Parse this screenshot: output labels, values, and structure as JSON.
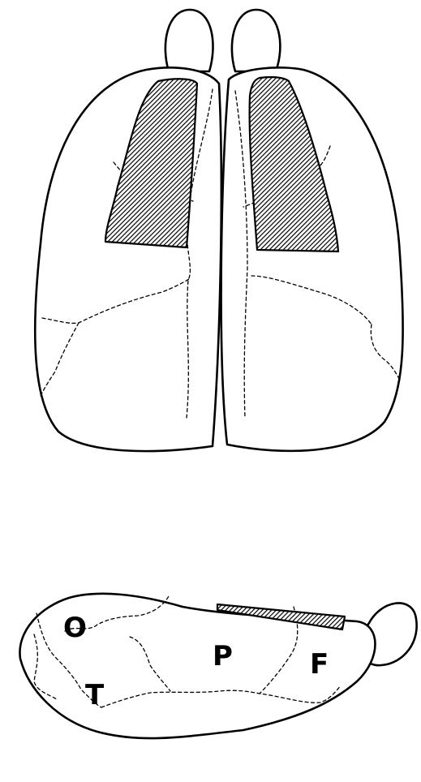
{
  "dorsal_view": {
    "hemispheres": [
      "left",
      "right"
    ],
    "lesion_fill": "hatched",
    "lesion_color": "#000000"
  },
  "lateral_view": {
    "labels": {
      "occipital": "O",
      "temporal": "T",
      "parietal": "P",
      "frontal": "F"
    },
    "lesion_fill": "hatched",
    "lesion_color": "#000000"
  }
}
